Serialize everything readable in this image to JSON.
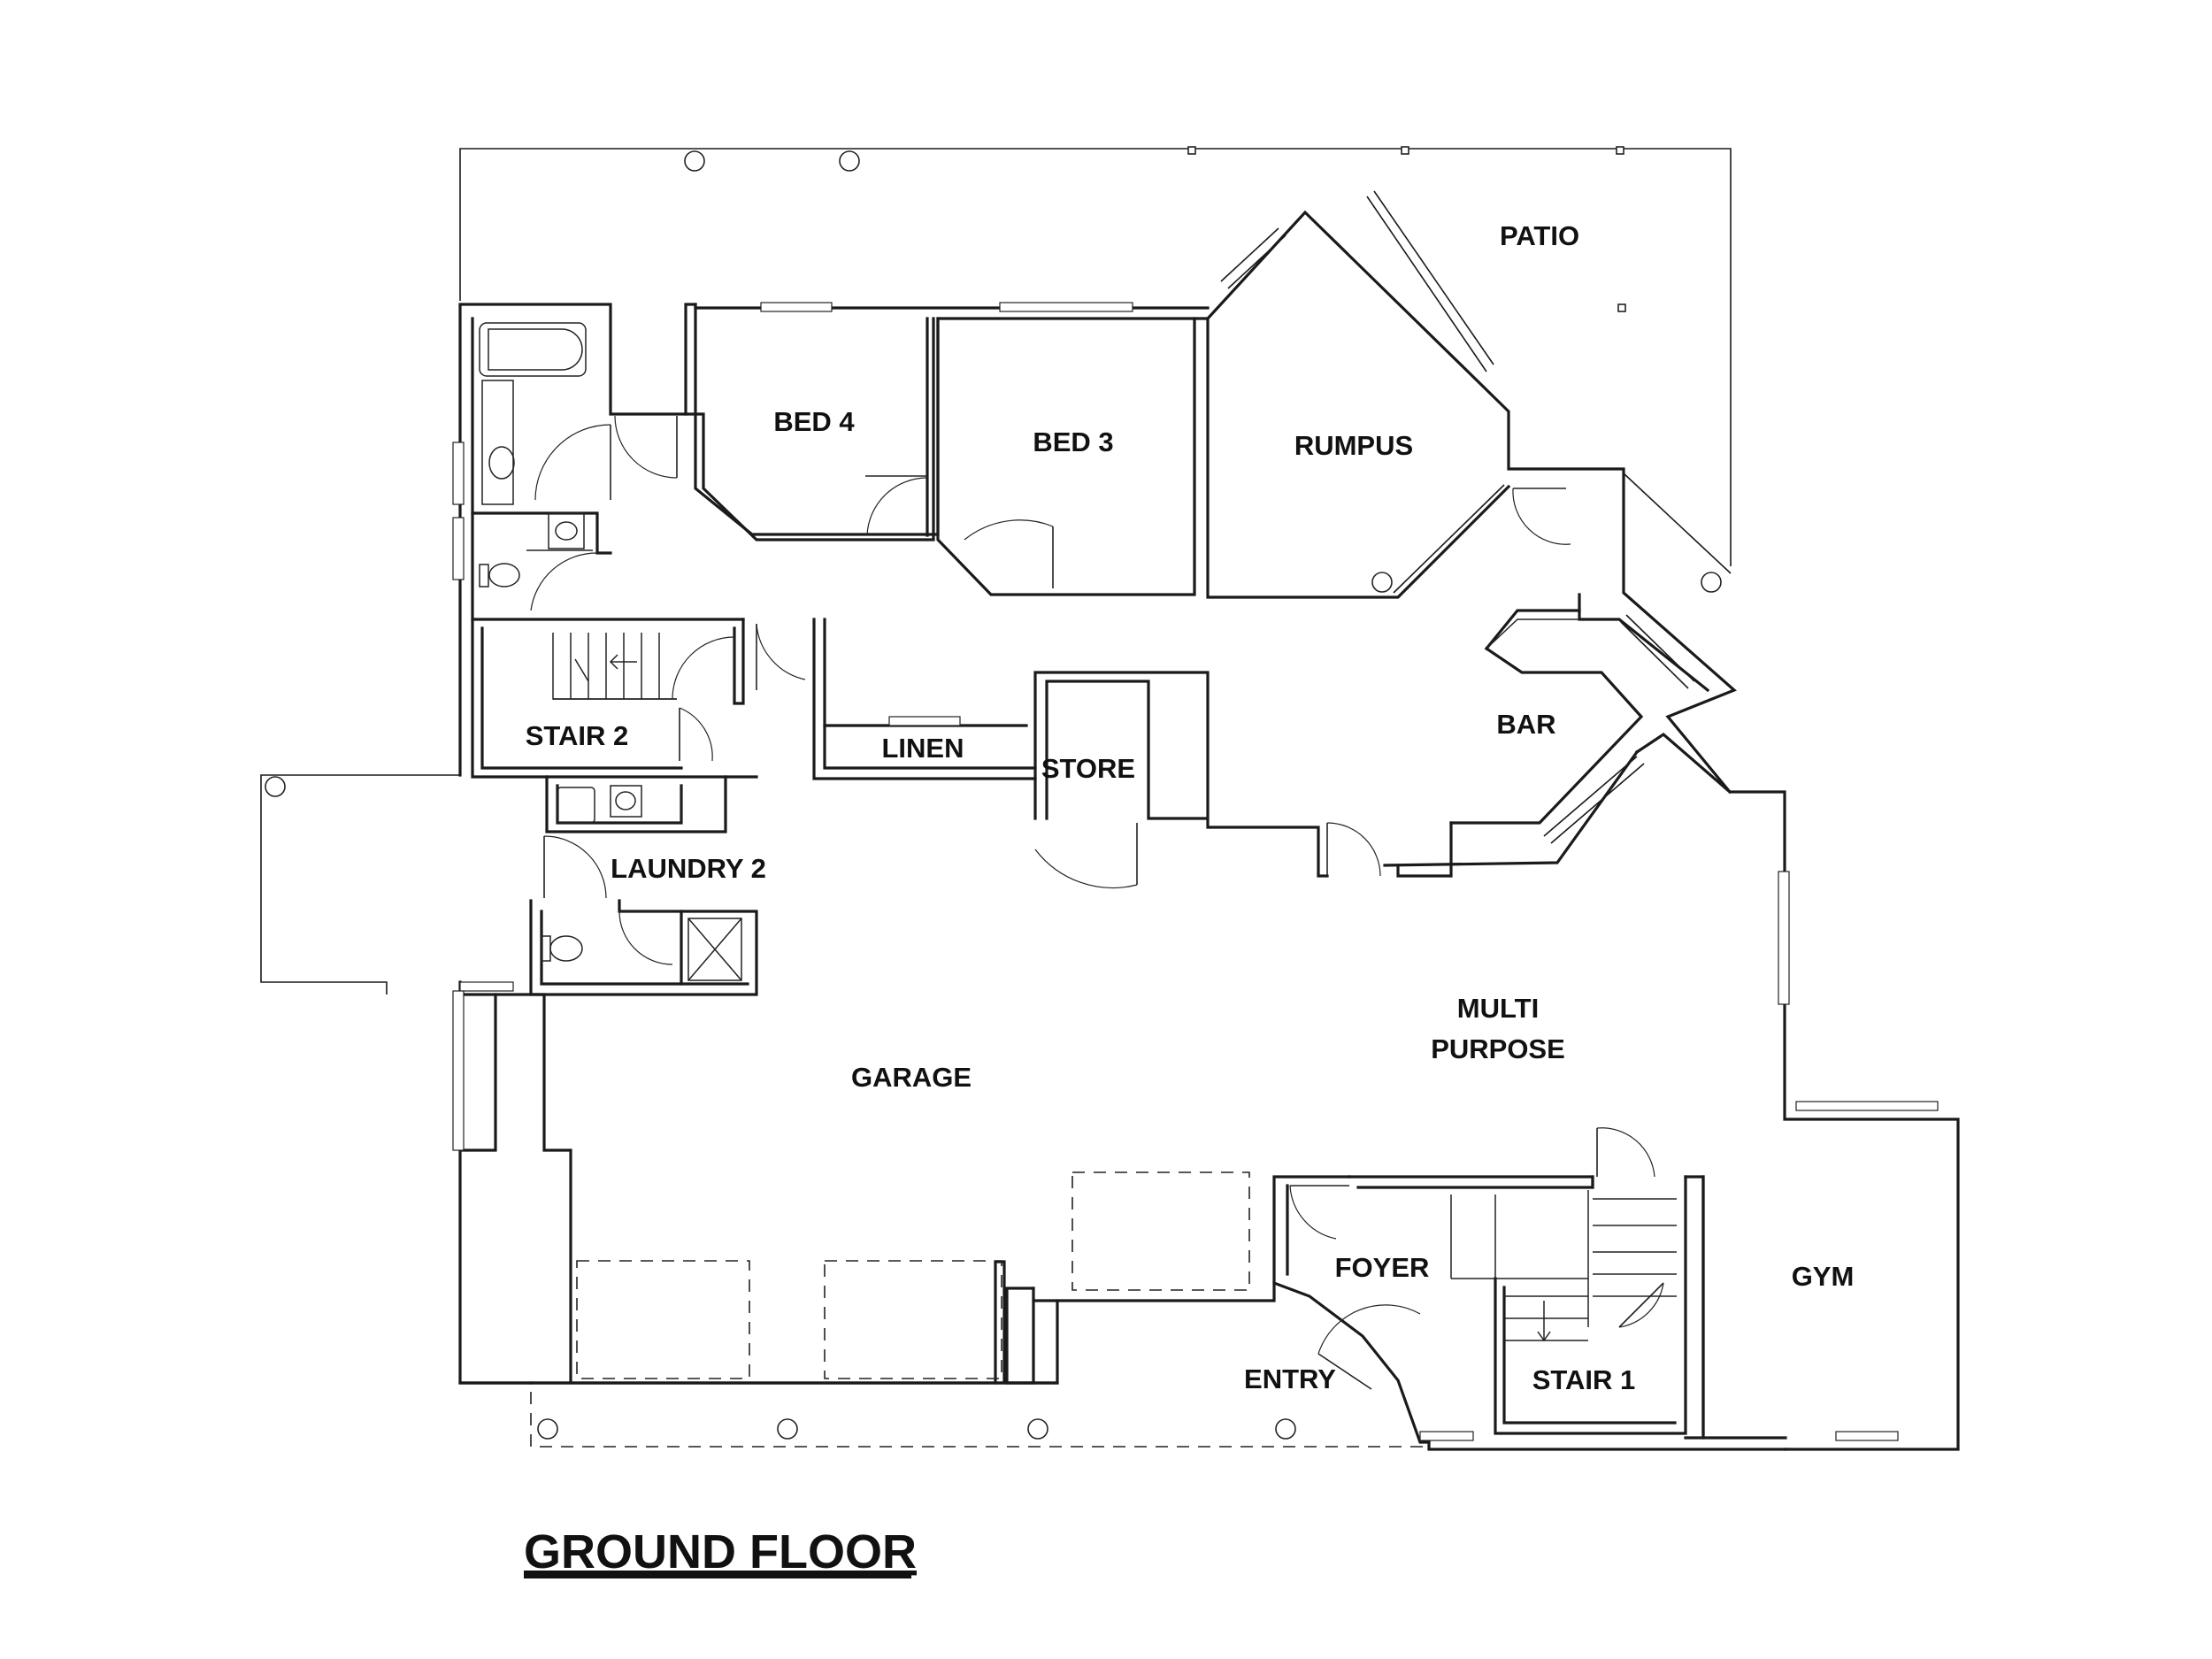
{
  "plan_title": "GROUND FLOOR",
  "rooms": {
    "patio": "PATIO",
    "bed4": "BED 4",
    "bed3": "BED 3",
    "rumpus": "RUMPUS",
    "bar": "BAR",
    "stair2": "STAIR 2",
    "linen": "LINEN",
    "store": "STORE",
    "laundry2": "LAUNDRY 2",
    "multi_line1": "MULTI",
    "multi_line2": "PURPOSE",
    "garage": "GARAGE",
    "foyer": "FOYER",
    "gym": "GYM",
    "entry": "ENTRY",
    "stair1": "STAIR 1"
  },
  "colors": {
    "ink": "#1a1a1a",
    "background": "#ffffff"
  }
}
